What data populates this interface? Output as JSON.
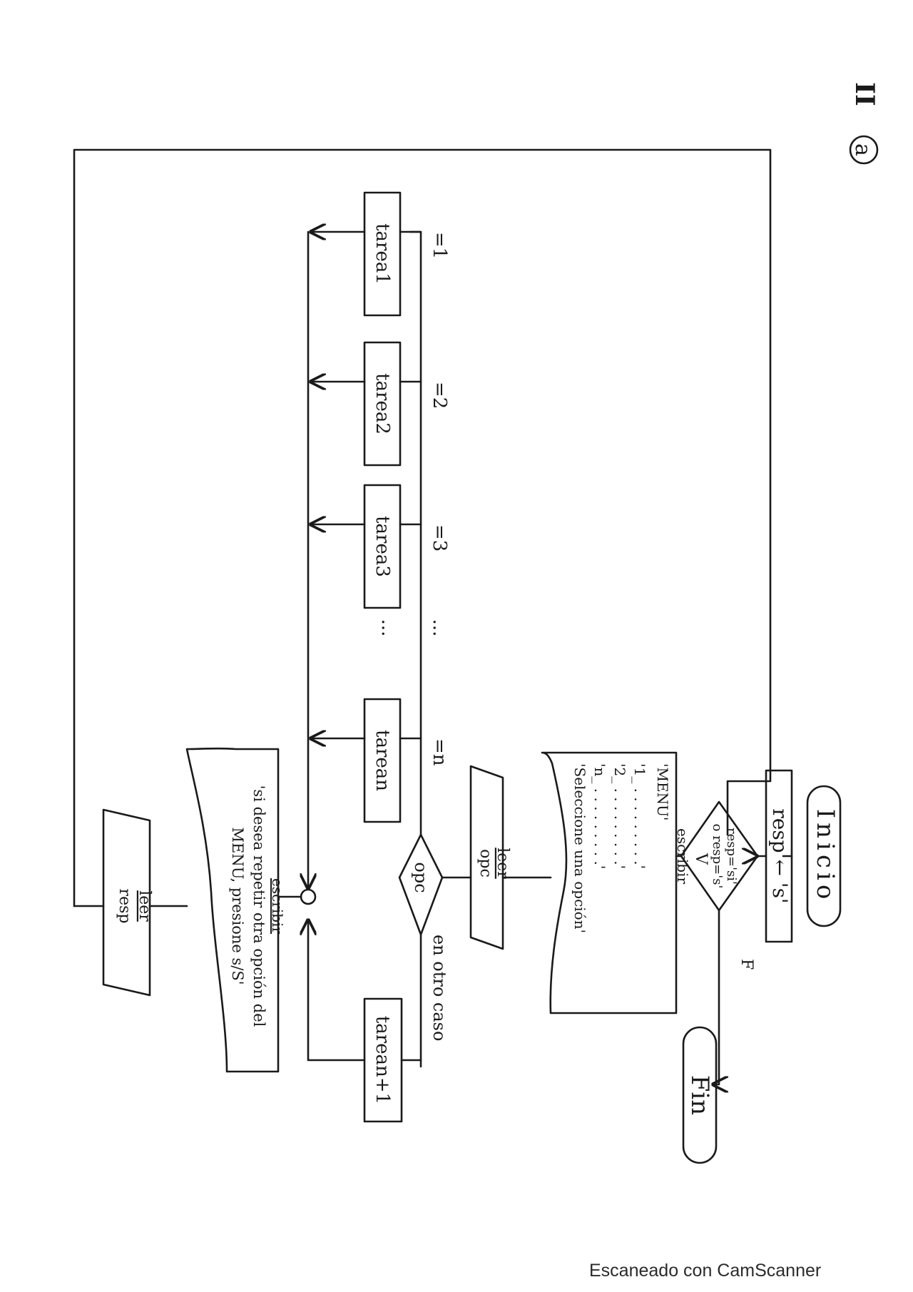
{
  "page_label": {
    "roman": "II",
    "letter": "a"
  },
  "terminals": {
    "start": "Inicio",
    "end": "Fin"
  },
  "init": "resp ← 's'",
  "loop_decision": {
    "line1": "resp='si'",
    "line2": "o resp='s'",
    "true_label": "V",
    "false_label": "F"
  },
  "menu_output": {
    "keyword": "escribir",
    "lines": [
      "'MENU'",
      "'1_ . . . . . . . . .'",
      "'2_ . . . . . . . . .'",
      "'n_ . . . . . . . . .'",
      "'Seleccione una opción'"
    ]
  },
  "read_opc": {
    "keyword": "leer",
    "var": "opc"
  },
  "switch": {
    "var": "opc"
  },
  "cases": [
    {
      "label": "=1",
      "task": "tarea1"
    },
    {
      "label": "=2",
      "task": "tarea2"
    },
    {
      "label": "=3",
      "task": "tarea3"
    },
    {
      "label": "=n",
      "task": "tarean"
    }
  ],
  "ellipsis": "...",
  "default_case": {
    "label": "en otro caso",
    "task": "tarean+1"
  },
  "repeat_output": {
    "keyword": "escribir",
    "line1": "'si desea repetir otra opción del",
    "line2": "MENU, presione s/S'"
  },
  "read_resp": {
    "keyword": "leer",
    "var": "resp"
  },
  "footer": "Escaneado con CamScanner"
}
